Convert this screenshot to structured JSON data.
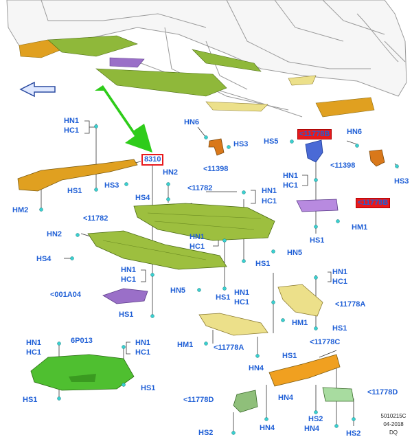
{
  "highlight_boxes": {
    "a": "<11778B",
    "b": "<11778B"
  },
  "callout_box": "8310",
  "labels": {
    "hn6_1": "HN6",
    "hs3_1": "HS3",
    "p11398_1": "<11398",
    "hs5": "HS5",
    "hn6_2": "HN6",
    "p11398_2": "<11398",
    "hs3_2": "HS3",
    "hn1_a": "HN1",
    "hc1_a": "HC1",
    "hs1_a": "HS1",
    "hs3_a": "HS3",
    "hm2": "HM2",
    "hn2_a": "HN2",
    "hs4_a": "HS4",
    "p11782_a": "<11782",
    "hn1_b": "HN1",
    "hc1_b": "HC1",
    "hn1_c": "HN1",
    "hc1_c": "HC1",
    "hm1_a": "HM1",
    "hs1_c": "HS1",
    "p11782_b": "<11782",
    "hn2_b": "HN2",
    "hs4_b": "HS4",
    "hn1_d": "HN1",
    "hc1_d": "HC1",
    "hs1_d": "HS1",
    "hn5_a": "HN5",
    "hn1_e": "HN1",
    "hc1_e": "HC1",
    "p001a04": "<001A04",
    "hn5_b": "HN5",
    "hs1_e": "HS1",
    "hn1_f": "HN1",
    "hc1_f": "HC1",
    "hs1_f": "HS1",
    "hn1_g": "HN1",
    "hc1_g": "HC1",
    "p11778a_1": "<11778A",
    "hm1_b": "HM1",
    "hs1_g": "HS1",
    "hm1_c": "HM1",
    "p11778a_2": "<11778A",
    "hs1_h": "HS1",
    "hn4_a": "HN4",
    "hn1_h": "HN1",
    "hc1_h": "HC1",
    "p6p013": "6P013",
    "hn1_i": "HN1",
    "hc1_i": "HC1",
    "hs1_i": "HS1",
    "hs1_j": "HS1",
    "p11778c": "<11778C",
    "p11778d_1": "<11778D",
    "p11778d_2": "<11778D",
    "hn4_b": "HN4",
    "hs2_a": "HS2",
    "hn4_c": "HN4",
    "hs2_b": "HS2",
    "hs2_c": "HS2",
    "hn4_d": "HN4"
  },
  "ref_code": "5010215C",
  "ref_date": "04-2018",
  "ref_initials": "DQ",
  "colors": {
    "label_blue": "#1f5fd6",
    "highlight_red": "#e8191c",
    "arrow_green": "#2ecc1a",
    "shield_green": "#8fb83a",
    "shield_orange": "#e0a020",
    "shield_purple": "#9a6fc8",
    "shield_yellow": "#ece08a",
    "shield_mint": "#8fd08a"
  }
}
